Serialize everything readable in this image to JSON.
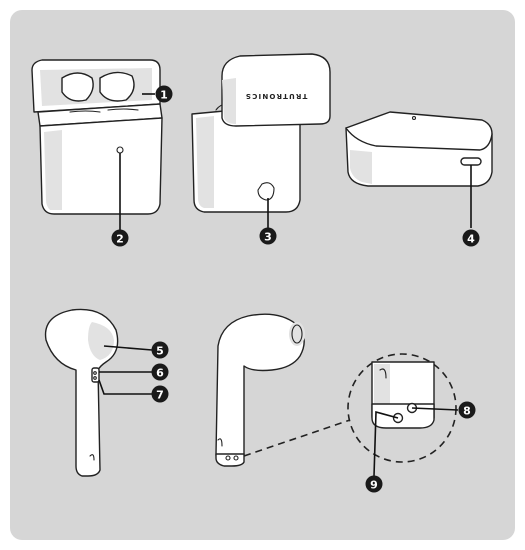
{
  "figure": {
    "background_color": "#d6d6d6",
    "brand_text": "TRUTRONICS",
    "callouts": [
      "1",
      "2",
      "3",
      "4",
      "5",
      "6",
      "7",
      "8",
      "9"
    ]
  }
}
